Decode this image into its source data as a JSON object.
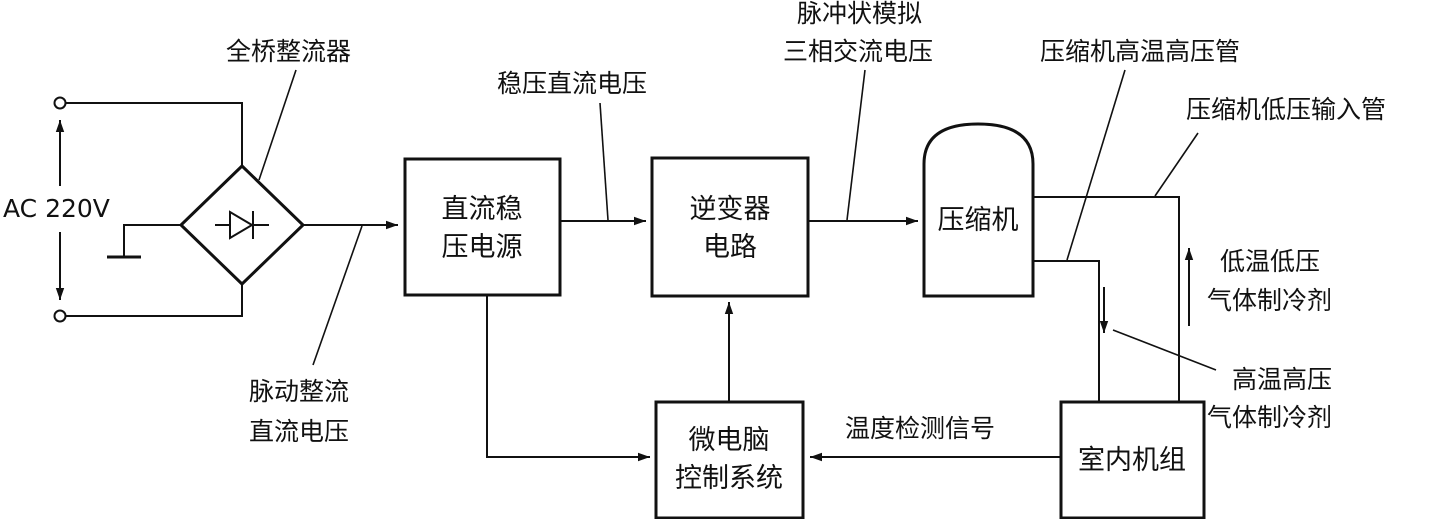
{
  "input": {
    "label": "AC 220V"
  },
  "blocks": {
    "rectifier": {
      "label": "全桥整流器"
    },
    "dc_supply": {
      "lines": [
        "直流稳",
        "压电源"
      ]
    },
    "inverter": {
      "lines": [
        "逆变器",
        "电路"
      ]
    },
    "compressor": {
      "label": "压缩机"
    },
    "micro": {
      "lines": [
        "微电脑",
        "控制系统"
      ]
    },
    "indoor": {
      "label": "室内机组"
    }
  },
  "labels": {
    "pulsating_dc": [
      "脉动整流",
      "直流电压"
    ],
    "regulated_dc": "稳压直流电压",
    "pwm_3phase": [
      "脉冲状模拟",
      "三相交流电压"
    ],
    "hp_pipe": "压缩机高温高压管",
    "lp_pipe": "压缩机低压输入管",
    "low_gas": [
      "低温低压",
      "气体制冷剂"
    ],
    "high_gas": [
      "高温高压",
      "气体制冷剂"
    ],
    "temp_signal": "温度检测信号"
  }
}
